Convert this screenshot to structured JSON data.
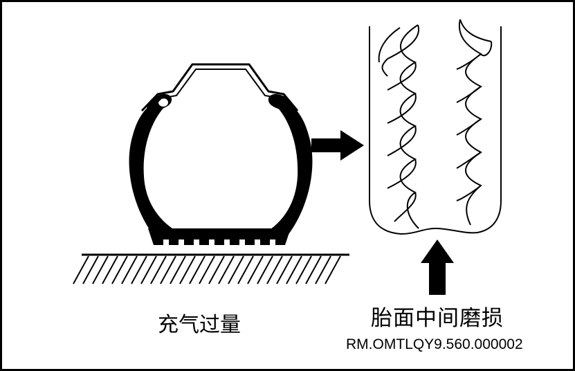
{
  "labels": {
    "left_caption": "充气过量",
    "right_caption": "胎面中间磨损",
    "reference_code": "RM.OMTLQY9.560.000002"
  },
  "colors": {
    "ink": "#000000",
    "paper": "#ffffff"
  }
}
